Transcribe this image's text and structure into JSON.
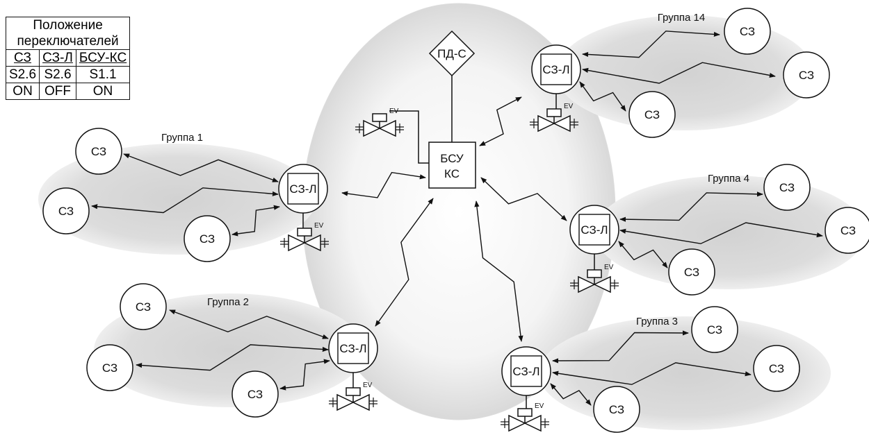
{
  "switch_table": {
    "title_line1": "Положение",
    "title_line2": "переключателей",
    "columns": [
      "СЗ",
      "СЗ-Л",
      "БСУ-КС"
    ],
    "switches": [
      "S2.6",
      "S2.6",
      "S1.1"
    ],
    "states": [
      "ON",
      "OFF",
      "ON"
    ]
  },
  "central": {
    "controller_line1": "БСУ",
    "controller_line2": "КС",
    "sensor": "ПД-С",
    "valve": "EV"
  },
  "groups": [
    {
      "name": "Группа 14",
      "hub": "СЗ-Л",
      "valve": "EV",
      "nodes": [
        "СЗ",
        "СЗ",
        "СЗ"
      ]
    },
    {
      "name": "Группа 1",
      "hub": "СЗ-Л",
      "valve": "EV",
      "nodes": [
        "СЗ",
        "СЗ",
        "СЗ"
      ]
    },
    {
      "name": "Группа 4",
      "hub": "СЗ-Л",
      "valve": "EV",
      "nodes": [
        "СЗ",
        "СЗ",
        "СЗ"
      ]
    },
    {
      "name": "Группа 2",
      "hub": "СЗ-Л",
      "valve": "EV",
      "nodes": [
        "СЗ",
        "СЗ",
        "СЗ"
      ]
    },
    {
      "name": "Группа 3",
      "hub": "СЗ-Л",
      "valve": "EV",
      "nodes": [
        "СЗ",
        "СЗ",
        "СЗ"
      ]
    }
  ]
}
